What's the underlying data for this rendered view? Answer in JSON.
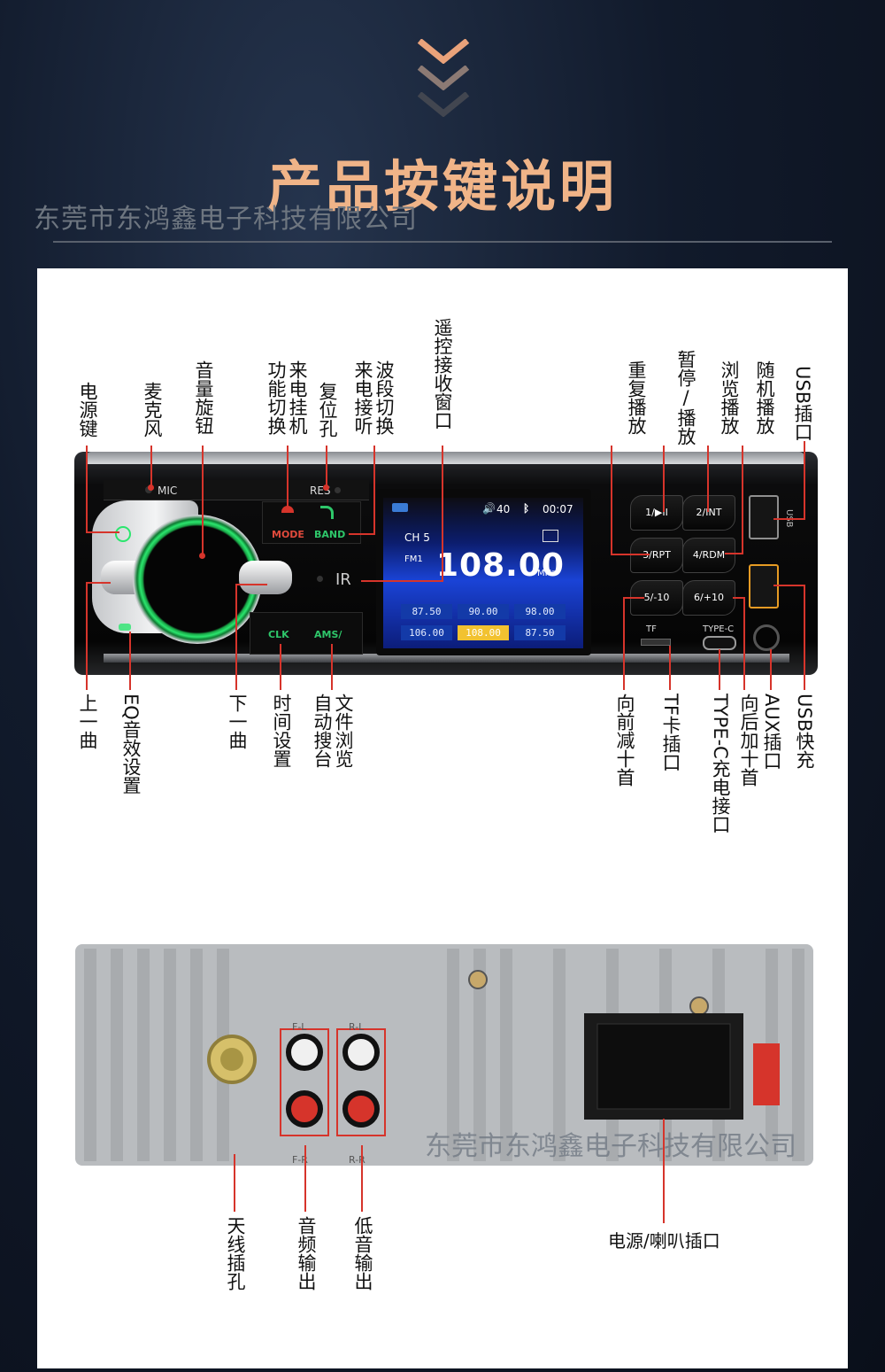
{
  "header": {
    "title": "产品按键说明",
    "watermark": "东莞市东鸿鑫电子科技有限公司"
  },
  "front_labels": {
    "power_key": "电源键",
    "microphone": "麦克风",
    "volume_knob": "音量旋钮",
    "call_hangup_function_switch": "来电挂机功能切换",
    "reset_hole": "复位孔",
    "band_switch_answer": "波段切换来电接听",
    "remote_receiver": "遥控接收窗口",
    "repeat_play": "重复播放",
    "pause_play": "暂停/播放",
    "browse_play": "浏览播放",
    "random_play": "随机播放",
    "usb_port": "USB插口",
    "prev_track": "上一曲",
    "eq_setting": "EQ音效设置",
    "next_track": "下一曲",
    "time_setting": "时间设置",
    "file_browse_auto_search": "文件浏览自动搜台",
    "back_ten": "向前减十首",
    "tf_slot": "TF卡插口",
    "type_c_port": "TYPE-C充电接口",
    "forward_ten": "向后加十首",
    "aux_port": "AUX插口",
    "usb_fast_charge": "USB快充"
  },
  "device": {
    "mic_label": "MIC",
    "res_label": "RES",
    "mode_label": "MODE",
    "band_label": "BAND",
    "ir_label": "IR",
    "clk_label": "CLK",
    "ams_label": "AMS/",
    "tf_label": "TF",
    "typec_label": "TYPE-C",
    "usb_label": "USB",
    "buttons": [
      "1/▶II",
      "2/INT",
      "3/RPT",
      "4/RDM",
      "5/-10",
      "6/+10"
    ]
  },
  "lcd": {
    "volume": "40",
    "clock": "00:07",
    "channel": "CH 5",
    "band": "FM1",
    "frequency": "108.00",
    "unit": "MHz",
    "presets": [
      "87.50",
      "90.00",
      "98.00",
      "106.00",
      "108.00",
      "87.50"
    ]
  },
  "back_labels": {
    "antenna_jack": "天线插孔",
    "audio_output": "音频输出",
    "subwoofer_output": "低音输出",
    "power_speaker_socket": "电源/喇叭插口",
    "rca_top_left": "F-L",
    "rca_top_right": "R-L",
    "rca_bottom_left": "F-R",
    "rca_bottom_right": "R-R"
  },
  "colors": {
    "title": "#f0b488",
    "leader": "#d6342b",
    "knob_glow": "#2be66e",
    "mode_red": "#d6342b",
    "band_green": "#2ec76a"
  }
}
